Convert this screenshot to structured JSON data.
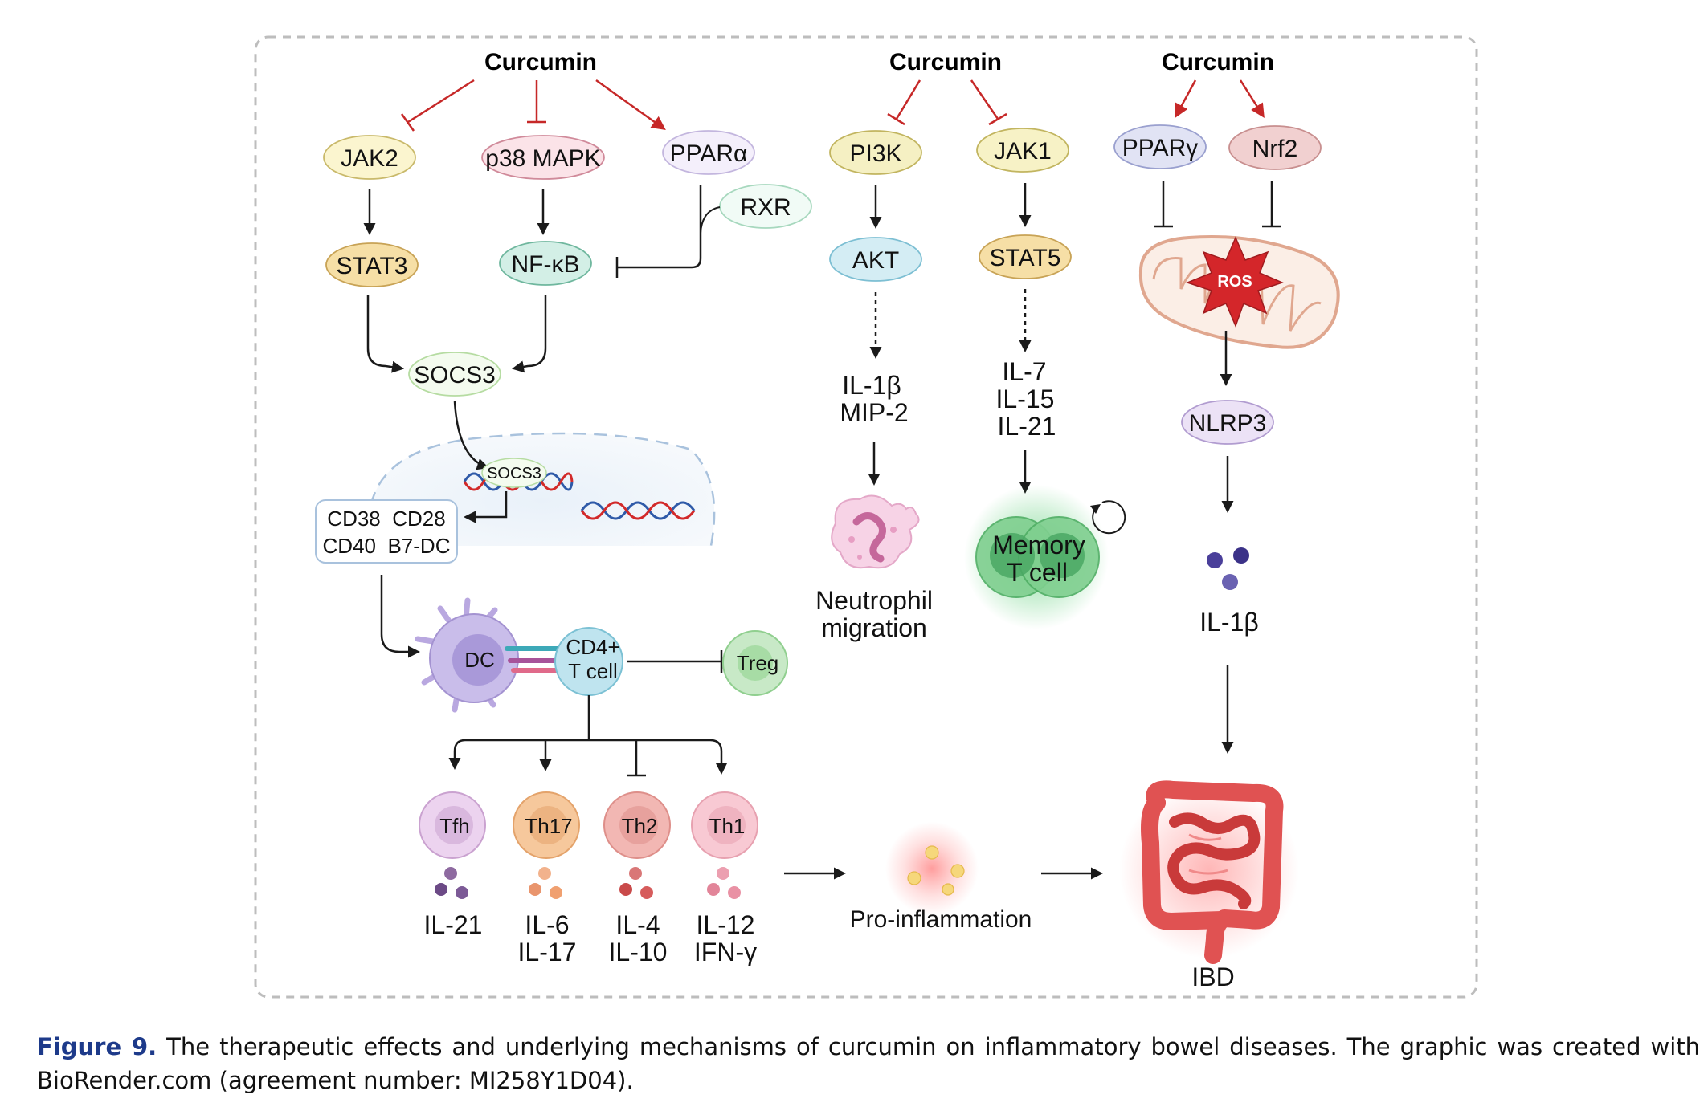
{
  "panels": {
    "left": {
      "curcumin": "Curcumin",
      "jak2": "JAK2",
      "p38": "p38 MAPK",
      "ppara": "PPARα",
      "rxr": "RXR",
      "stat3": "STAT3",
      "nfkb": "NF-κB",
      "socs3": "SOCS3",
      "socs3_nuclear": "SOCS3",
      "genes": [
        "CD38  CD28",
        "CD40  B7-DC"
      ],
      "dc": "DC",
      "cd4": [
        "CD4+",
        "T cell"
      ],
      "treg": "Treg",
      "subsets": [
        {
          "name": "Tfh",
          "cytokines": [
            "IL-21"
          ],
          "fill": "#ecd3ef",
          "stroke": "#caa2d0",
          "dots": [
            "#8e6aa0",
            "#6c4a86",
            "#7c5a96"
          ]
        },
        {
          "name": "Th17",
          "cytokines": [
            "IL-6",
            "IL-17"
          ],
          "fill": "#f6c89c",
          "stroke": "#e4a36b",
          "dots": [
            "#f2b28c",
            "#e9956d",
            "#f0a070"
          ]
        },
        {
          "name": "Th2",
          "cytokines": [
            "IL-4",
            "IL-10"
          ],
          "fill": "#f2b7b3",
          "stroke": "#de8f8a",
          "dots": [
            "#d97777",
            "#c94a4a",
            "#d65c5c"
          ]
        },
        {
          "name": "Th1",
          "cytokines": [
            "IL-12",
            "IFN-γ"
          ],
          "fill": "#f8c9d3",
          "stroke": "#e7a1b0",
          "dots": [
            "#ec9fb0",
            "#e28599",
            "#e991a4"
          ]
        }
      ],
      "proinflammation": "Pro-inflammation"
    },
    "middle": {
      "curcumin": "Curcumin",
      "pi3k": "PI3K",
      "jak1": "JAK1",
      "akt": "AKT",
      "stat5": "STAT5",
      "il_left": [
        "IL-1β",
        "MIP-2"
      ],
      "il_right": [
        "IL-7",
        "IL-15",
        "IL-21"
      ],
      "neutrophil": [
        "Neutrophil",
        "migration"
      ],
      "memory": [
        "Memory",
        "T cell"
      ]
    },
    "right": {
      "curcumin": "Curcumin",
      "pparg": "PPARγ",
      "nrf2": "Nrf2",
      "ros": "ROS",
      "nlrp3": "NLRP3",
      "il1b": "IL-1β",
      "ibd": "IBD"
    }
  },
  "caption": {
    "label": "Figure 9.",
    "text": " The therapeutic effects and underlying mechanisms of curcumin on inflammatory bowel diseases. The graphic was created with BioRender.com (agreement number: MI258Y1D04)."
  },
  "colors": {
    "activation_arrow": "#c62828",
    "inhibition_arrow": "#c62828",
    "flow_arrow": "#1a1a1a",
    "border": "#bdbdbd",
    "caption_label": "#1d3a8a"
  }
}
